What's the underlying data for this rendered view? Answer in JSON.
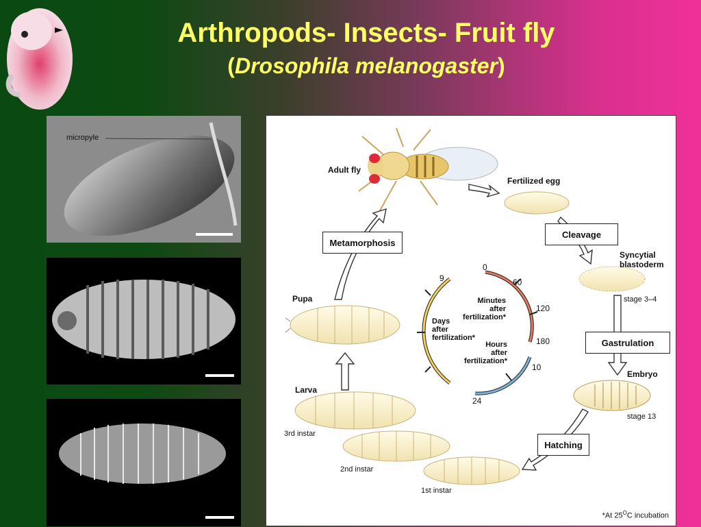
{
  "title": {
    "line1": "Arthropods- Insects- Fruit fly",
    "line2_open": "(",
    "line2_species": "Drosophila melanogaster",
    "line2_close": ")"
  },
  "micrographs": {
    "egg_label": "micropyle"
  },
  "life_cycle": {
    "stages": {
      "adult": "Adult fly",
      "egg": "Fertilized egg",
      "syncytial": "Syncytial",
      "syncytial2": "blastoderm",
      "syncytial_stage": "stage 3–4",
      "embryo": "Embryo",
      "embryo_stage": "stage 13",
      "pupa": "Pupa",
      "larva": "Larva",
      "instar3": "3rd instar",
      "instar2": "2nd instar",
      "instar1": "1st instar"
    },
    "processes": {
      "cleavage": "Cleavage",
      "gastrulation": "Gastrulation",
      "hatching": "Hatching",
      "metamorphosis": "Metamorphosis"
    },
    "clock": {
      "minutes_label": [
        "Minutes",
        "after",
        "fertilization*"
      ],
      "hours_label": [
        "Hours",
        "after",
        "fertilization*"
      ],
      "days_label": [
        "Days",
        "after",
        "fertilization*"
      ],
      "minute_ticks": [
        "0",
        "60",
        "120",
        "180"
      ],
      "hour_ticks": [
        "10",
        "24"
      ],
      "day_ticks": [
        "9"
      ],
      "colors": {
        "minutes": "#e07a5f",
        "hours": "#7fb3d8",
        "days": "#f2d060"
      }
    },
    "footnote_pre": "*At 25",
    "footnote_sup": "O",
    "footnote_post": "C incubation"
  }
}
